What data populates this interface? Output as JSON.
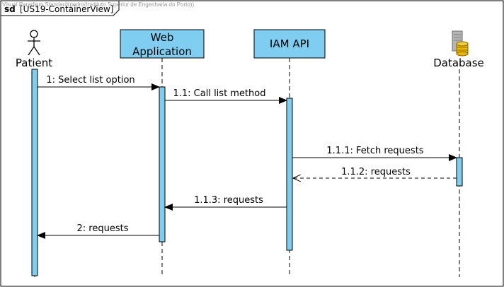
{
  "frame": {
    "keyword": "sd",
    "title": "[US19-ContainerView]"
  },
  "watermark": "Visual Paradigm Standard(pedro(Instituto Superior de Engenharia do Porto))",
  "participants": {
    "patient": {
      "label": "Patient",
      "kind": "actor"
    },
    "web_app": {
      "label_line1": "Web",
      "label_line2": "Application",
      "kind": "boundary-box"
    },
    "iam_api": {
      "label": "IAM API",
      "kind": "box"
    },
    "database": {
      "label": "Database",
      "kind": "database",
      "icon": "database-icon"
    }
  },
  "messages": [
    {
      "id": "m1",
      "label": "1: Select list option",
      "from": "patient",
      "to": "web_app",
      "style": "sync"
    },
    {
      "id": "m2",
      "label": "1.1: Call list method",
      "from": "web_app",
      "to": "iam_api",
      "style": "sync"
    },
    {
      "id": "m3",
      "label": "1.1.1: Fetch requests",
      "from": "iam_api",
      "to": "database",
      "style": "sync"
    },
    {
      "id": "m4",
      "label": "1.1.2: requests",
      "from": "database",
      "to": "iam_api",
      "style": "return"
    },
    {
      "id": "m5",
      "label": "1.1.3: requests",
      "from": "iam_api",
      "to": "web_app",
      "style": "sync"
    },
    {
      "id": "m6",
      "label": "2: requests",
      "from": "web_app",
      "to": "patient",
      "style": "sync"
    }
  ],
  "colors": {
    "participant_fill": "#7fcdf0",
    "stroke": "#000000",
    "db_gold": "#e8b400",
    "db_gray": "#9e9e9e"
  }
}
